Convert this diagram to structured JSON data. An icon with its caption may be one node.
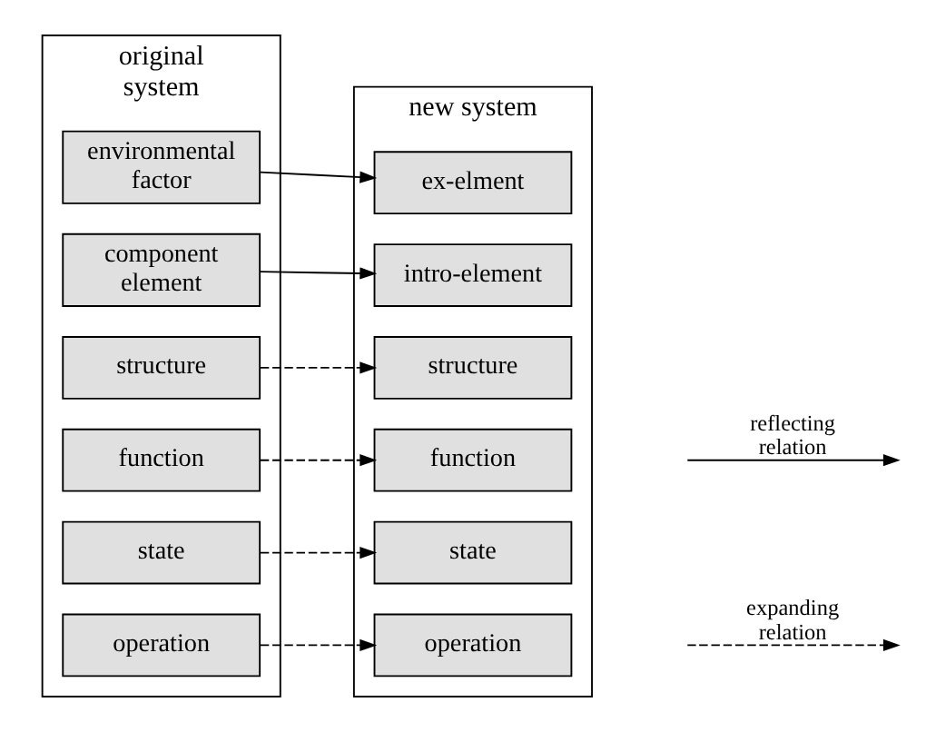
{
  "diagram": {
    "nodes": [
      {
        "text": [
          "original system"
        ]
      },
      {
        "text": [
          "environmental factor"
        ],
        "in": 0
      },
      {
        "text": [
          "component element"
        ],
        "in": 0
      },
      {
        "text": [
          "structure"
        ],
        "in": 0
      },
      {
        "text": [
          "function"
        ],
        "in": 0
      },
      {
        "text": [
          "state"
        ],
        "in": 0
      },
      {
        "text": [
          "operation"
        ],
        "in": 0
      },
      {
        "text": [
          "new system"
        ]
      },
      {
        "text": [
          "ex-elment"
        ],
        "in": 7
      },
      {
        "text": [
          "intro-element"
        ],
        "in": 7
      },
      {
        "text": [
          "structure"
        ],
        "in": 7
      },
      {
        "text": [
          "function"
        ],
        "in": 7
      },
      {
        "text": [
          "state"
        ],
        "in": 7
      },
      {
        "text": [
          "operation"
        ],
        "in": 7
      }
    ],
    "edges": [
      {
        "from": 1,
        "to": 8,
        "arrow": "to"
      },
      {
        "from": 2,
        "to": 9,
        "arrow": "to"
      },
      {
        "from": 3,
        "to": 10,
        "arrow": "to",
        "style": "dashed"
      },
      {
        "from": 4,
        "to": 11,
        "arrow": "to",
        "style": "dashed"
      },
      {
        "from": 5,
        "to": 12,
        "arrow": "to",
        "style": "dashed"
      },
      {
        "from": 6,
        "to": 13,
        "arrow": "to",
        "style": "dashed"
      }
    ],
    "legend": [
      {
        "text": "reflecting relation"
      },
      {
        "text": "expanding relation"
      }
    ]
  }
}
